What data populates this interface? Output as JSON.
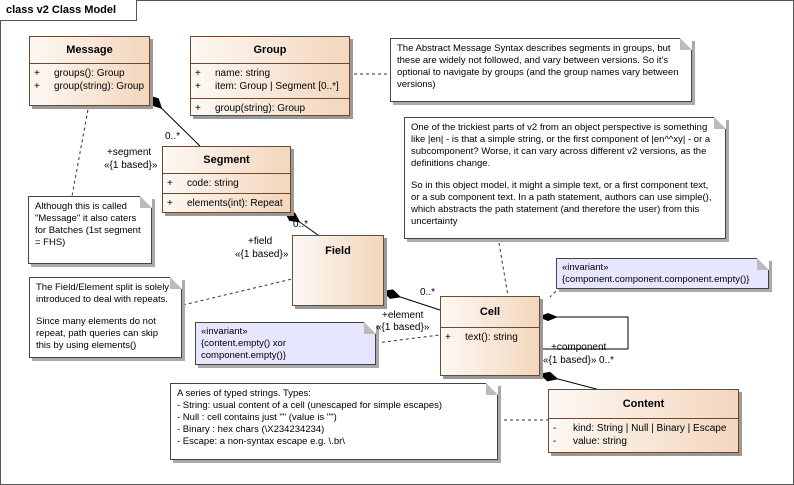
{
  "frame": {
    "title": "class v2 Class Model"
  },
  "classes": {
    "message": {
      "name": "Message",
      "operations": [
        {
          "vis": "+",
          "text": "groups(): Group"
        },
        {
          "vis": "+",
          "text": "group(string): Group"
        }
      ]
    },
    "group": {
      "name": "Group",
      "attributes": [
        {
          "vis": "+",
          "text": "name: string"
        },
        {
          "vis": "+",
          "text": "item: Group | Segment [0..*]"
        }
      ],
      "operations": [
        {
          "vis": "+",
          "text": "group(string): Group"
        }
      ]
    },
    "segment": {
      "name": "Segment",
      "attributes": [
        {
          "vis": "+",
          "text": "code: string"
        }
      ],
      "operations": [
        {
          "vis": "+",
          "text": "elements(int): Repeat"
        }
      ]
    },
    "field": {
      "name": "Field"
    },
    "cell": {
      "name": "Cell",
      "operations": [
        {
          "vis": "+",
          "text": "text(): string"
        }
      ]
    },
    "content": {
      "name": "Content",
      "attributes": [
        {
          "vis": "-",
          "text": "kind: String | Null | Binary | Escape"
        },
        {
          "vis": "-",
          "text": "value: string"
        }
      ]
    }
  },
  "notes": {
    "group_note": [
      "The Abstract Message Syntax describes segments in groups, but these are widely not followed, and vary between versions. So it's optional to navigate by groups (and the group names vary between versions)"
    ],
    "cell_note": [
      "One of the trickiest parts of v2 from an object perspective is something like |en| - is that a simple string, or the first component of |en^^xy| - or a subcomponent? Worse, it can vary across different v2 versions, as the definitions change.",
      "So in this object model, it might a simple text, or a first component text, or a sub component text. In a path statement, authors can use simple(), which abstracts the path statement (and therefore the user) from this uncertainty"
    ],
    "message_note": [
      "Although this is called \"Message\" it also caters for Batches (1st segment = FHS)"
    ],
    "field_note": [
      "The Field/Element split is solely introduced to deal with repeats.",
      "Since many elements do not repeat, path queries can skip this by using elements()"
    ],
    "content_note": [
      "A  series of typed strings. Types:",
      "- String: usual content of a cell (unescaped for simple escapes)",
      "- Null : cell contains just \"\" (value is \"\")",
      "- Binary : hex chars (\\X234234234)",
      "- Escape: a non-syntax escape e.g. \\.br\\"
    ]
  },
  "constraints": {
    "cell_component": [
      "«invariant»",
      "{component.component.component.empty()}"
    ],
    "field_element": [
      "«invariant»",
      "{content.empty() xor",
      "component.empty()}"
    ]
  },
  "associations": {
    "segment_role": "+segment",
    "segment_order": "«{1 based}»",
    "segment_mult": "0..*",
    "field_role": "+field",
    "field_order": "«{1 based}»",
    "field_mult": "0..*",
    "element_role": "+element",
    "element_order": "«{1 based}»",
    "element_mult": "0..*",
    "component_role": "+component",
    "component_order": "«{1 based}»",
    "component_mult": "0..*"
  }
}
